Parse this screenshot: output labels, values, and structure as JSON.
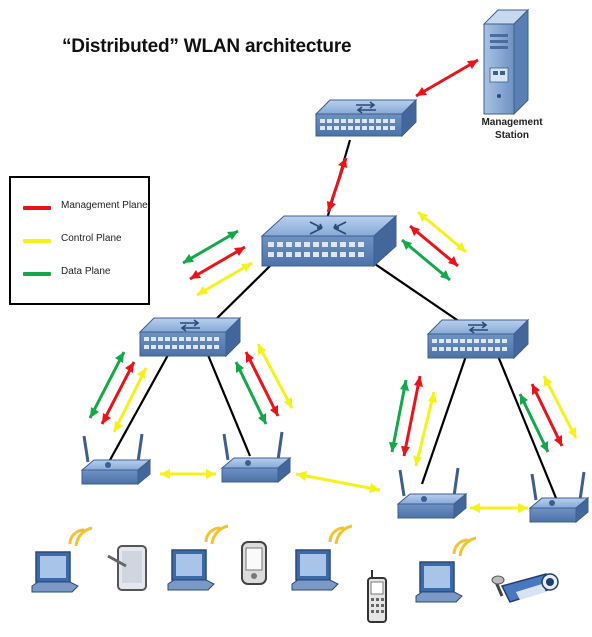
{
  "title": "“Distributed” WLAN architecture",
  "management_station_label": [
    "Management",
    "Station"
  ],
  "legend": [
    {
      "label": "Management Plane",
      "color": "#e8141b"
    },
    {
      "label": "Control Plane",
      "color": "#f4f21a"
    },
    {
      "label": "Data Plane",
      "color": "#14a84a"
    }
  ],
  "colors": {
    "device_fill": "#8fb2dc",
    "device_stroke": "#3d5f8f",
    "link": "#000000"
  },
  "icons": [
    "server-icon",
    "switch-icon",
    "router-icon",
    "access-point-icon",
    "laptop-icon",
    "tablet-icon",
    "pda-icon",
    "mobile-phone-icon",
    "camera-icon"
  ]
}
